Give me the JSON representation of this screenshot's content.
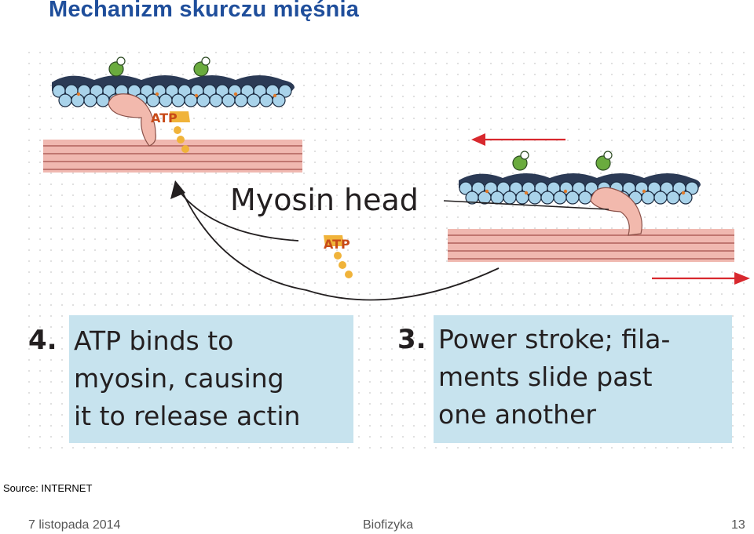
{
  "slide": {
    "title": "Mechanizm skurczu mięśnia",
    "source": "Source: INTERNET"
  },
  "figure": {
    "myosin_label": "Myosin head",
    "atp_label_top": "ATP",
    "atp_label_mid": "ATP",
    "step4": {
      "number": "4.",
      "line1": "ATP binds to",
      "line2": "myosin, causing",
      "line3": "it to release actin"
    },
    "step3": {
      "number": "3.",
      "line1": "Power stroke; fila-",
      "line2": "ments slide past",
      "line3": "one another"
    },
    "colors": {
      "actin_bead": "#a9d3ea",
      "myosin_filament": "#f0b8b0",
      "myosin_head": "#f2b9ad",
      "atp": "#f0b33a",
      "arrow": "#d8282e",
      "caption_box": "#c7e3ee"
    }
  },
  "footer": {
    "date": "7 listopada 2014",
    "subject": "Biofizyka",
    "page": "13"
  }
}
